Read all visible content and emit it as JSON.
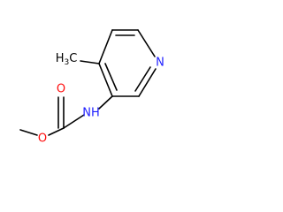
{
  "molecule": {
    "atoms": {
      "nitrogen_ring": {
        "text": "N",
        "color": "#1f1fff"
      },
      "methyl": {
        "text": "H3C",
        "color": "#000000"
      },
      "nh": {
        "text": "NH",
        "color": "#1f1fff"
      },
      "carbonyl_o": {
        "text": "O",
        "color": "#ff0d0d"
      },
      "ester_o": {
        "text": "O",
        "color": "#ff0d0d"
      }
    }
  }
}
